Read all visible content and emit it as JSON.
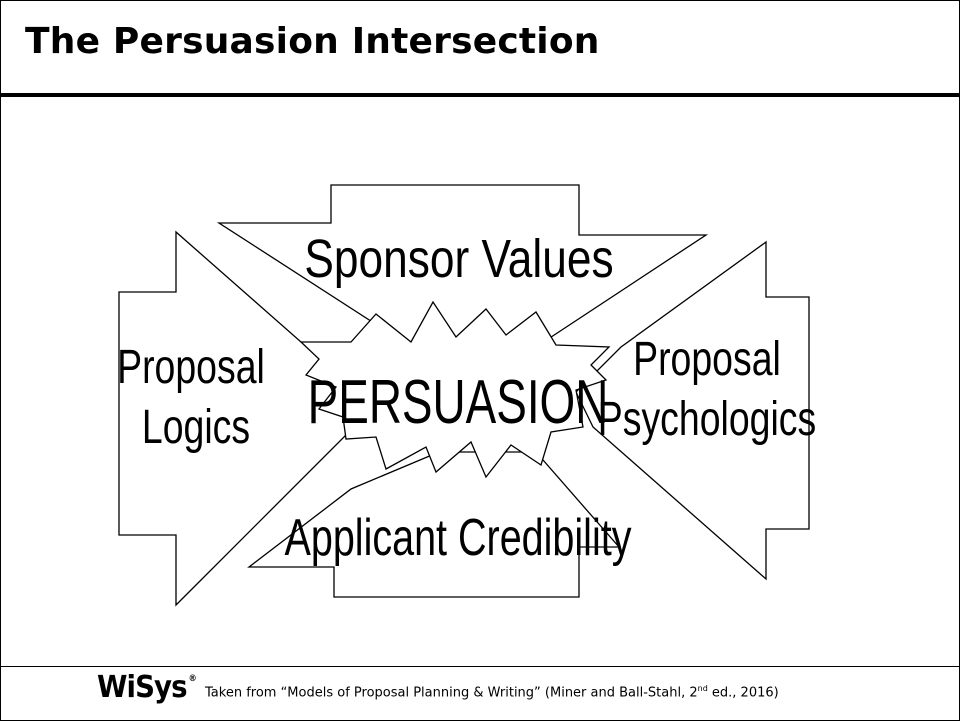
{
  "title": "The Persuasion Intersection",
  "diagram": {
    "center": "PERSUASION",
    "top": "Sponsor Values",
    "left": [
      "Proposal",
      "Logics"
    ],
    "right": [
      "Proposal",
      "Psychologics"
    ],
    "bottom": "Applicant Credibility"
  },
  "footer": {
    "logo": "WiSys",
    "logo_mark": "®",
    "citation_before": "Taken from “Models of Proposal Planning & Writing” (Miner and Ball-Stahl, 2",
    "citation_sup": "nd",
    "citation_after": " ed., 2016)"
  }
}
